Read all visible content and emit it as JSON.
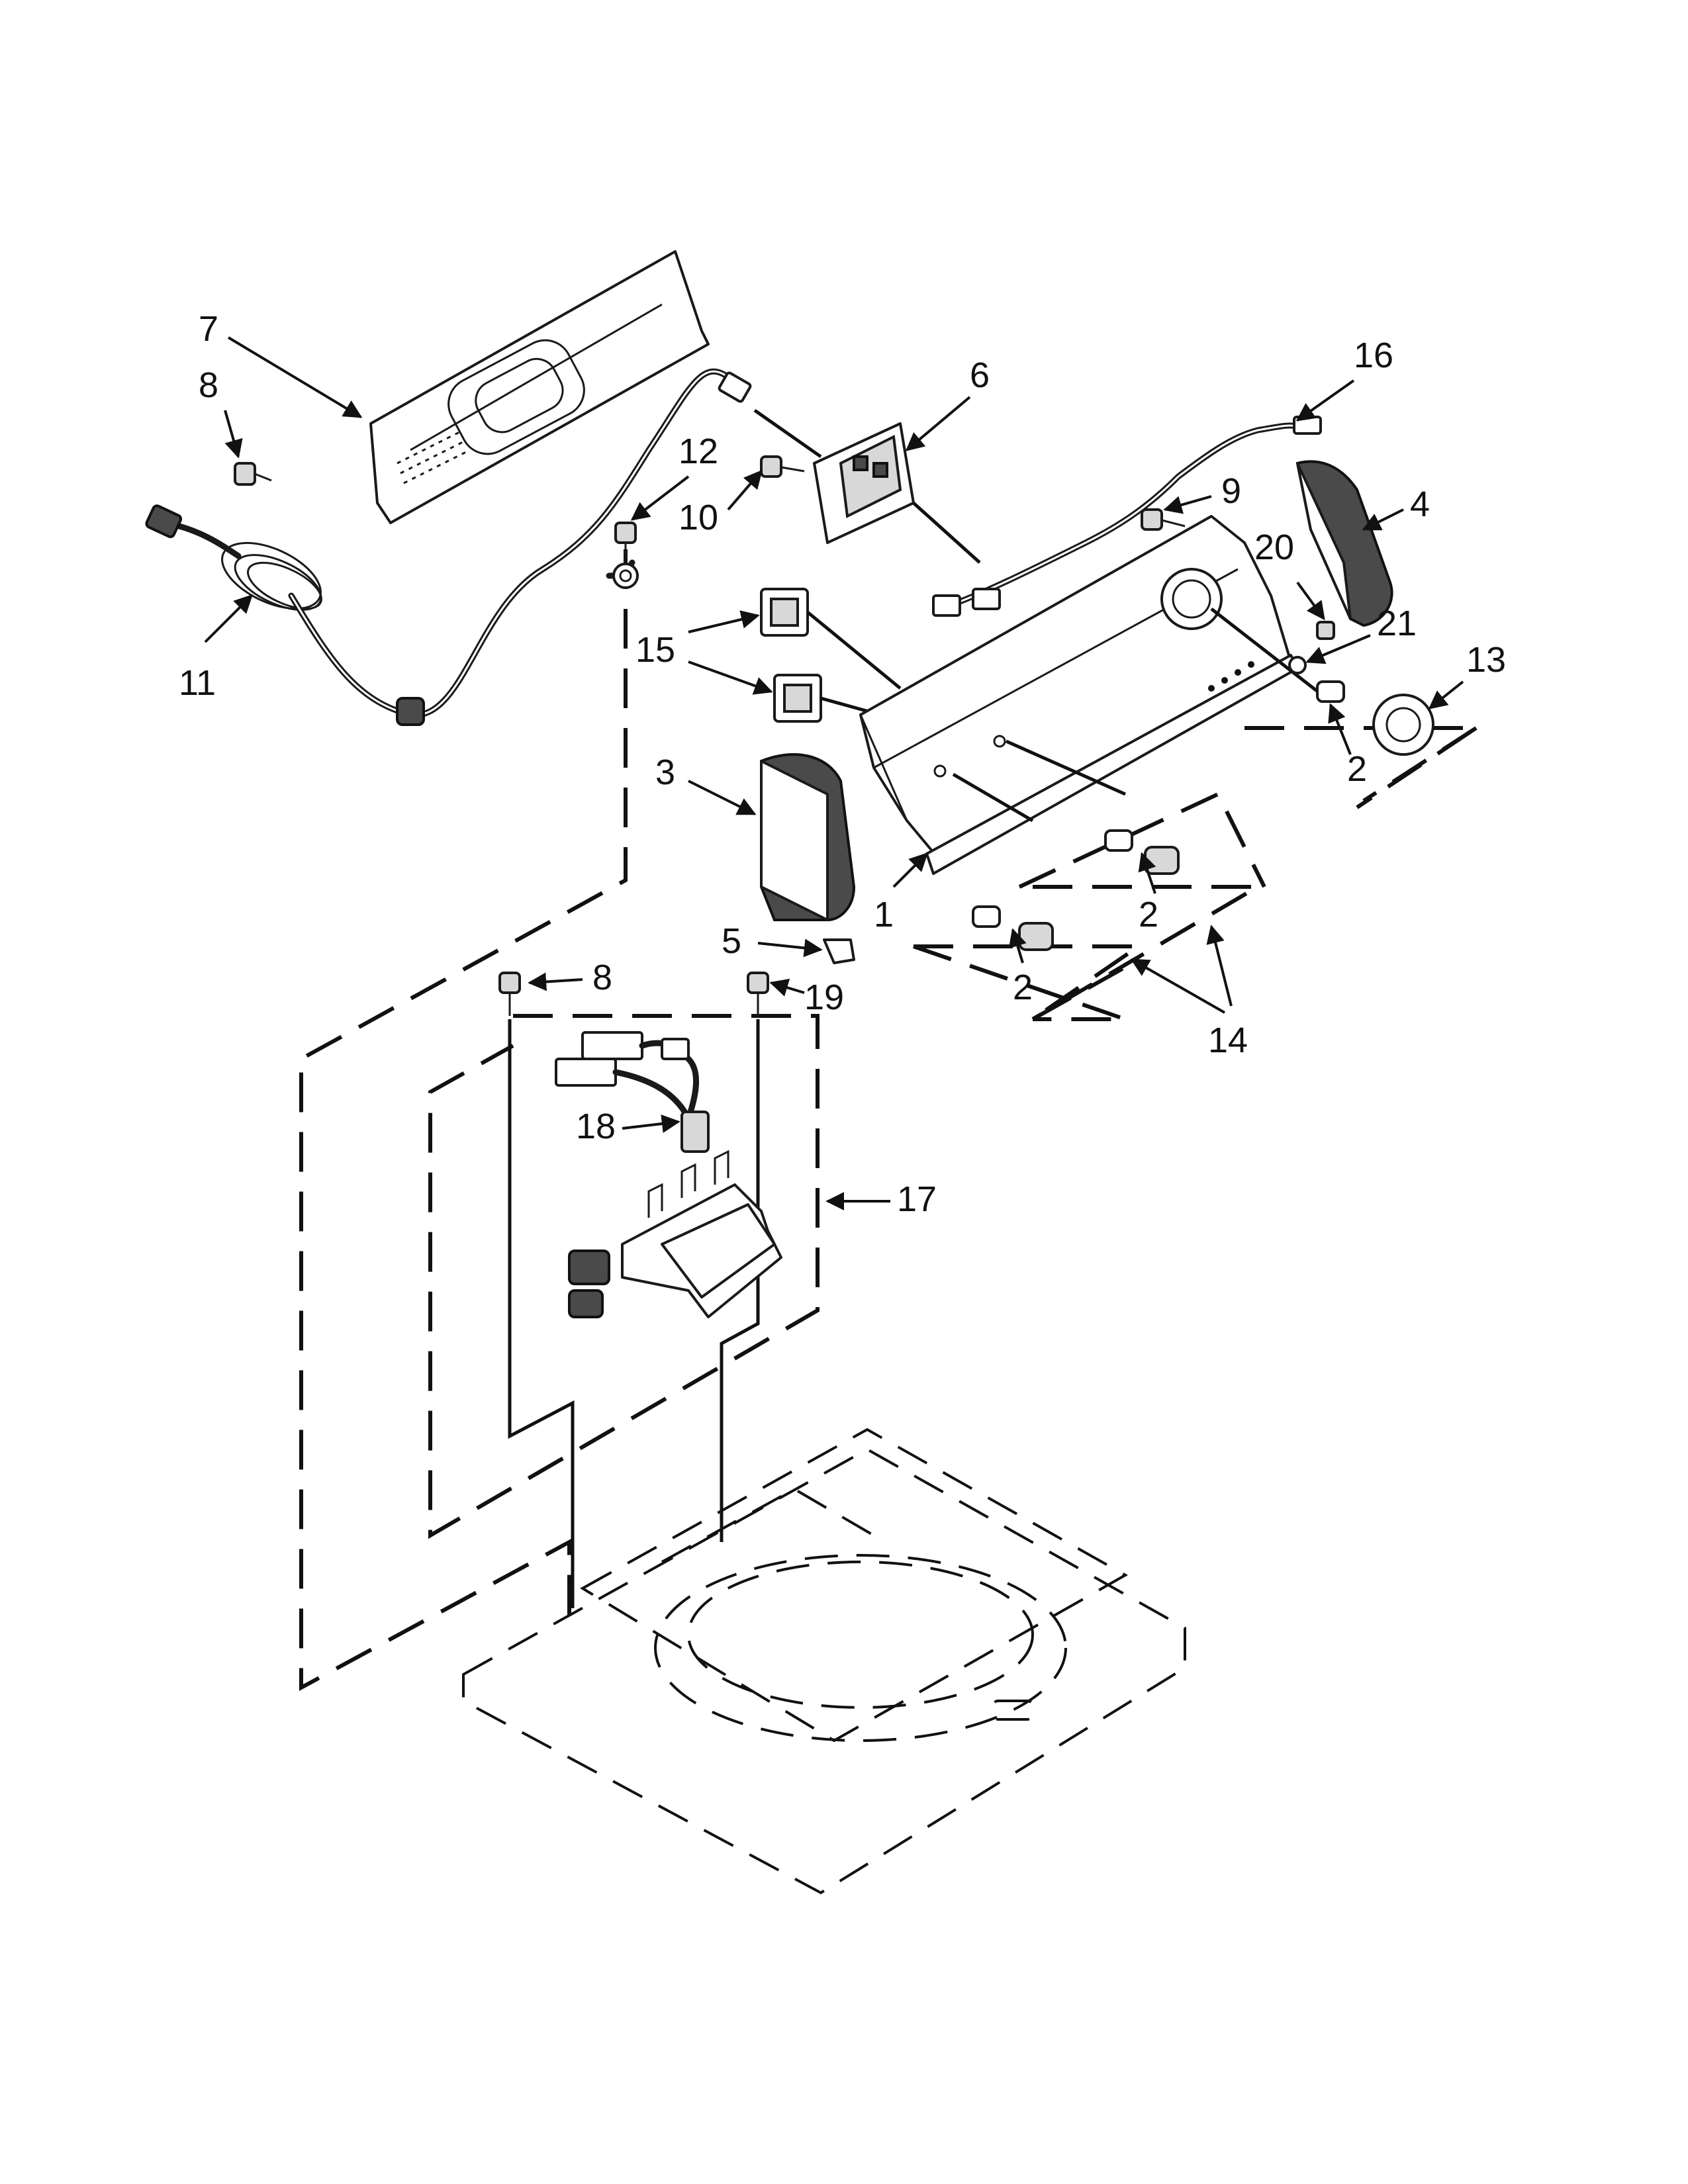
{
  "callouts": [
    {
      "id": "c1",
      "text": "1"
    },
    {
      "id": "c2a",
      "text": "2"
    },
    {
      "id": "c2b",
      "text": "2"
    },
    {
      "id": "c2c",
      "text": "2"
    },
    {
      "id": "c3",
      "text": "3"
    },
    {
      "id": "c4",
      "text": "4"
    },
    {
      "id": "c5",
      "text": "5"
    },
    {
      "id": "c6",
      "text": "6"
    },
    {
      "id": "c7",
      "text": "7"
    },
    {
      "id": "c8a",
      "text": "8"
    },
    {
      "id": "c8b",
      "text": "8"
    },
    {
      "id": "c9",
      "text": "9"
    },
    {
      "id": "c10",
      "text": "10"
    },
    {
      "id": "c11",
      "text": "11"
    },
    {
      "id": "c12",
      "text": "12"
    },
    {
      "id": "c13",
      "text": "13"
    },
    {
      "id": "c14",
      "text": "14"
    },
    {
      "id": "c15",
      "text": "15"
    },
    {
      "id": "c16",
      "text": "16"
    },
    {
      "id": "c17",
      "text": "17"
    },
    {
      "id": "c18",
      "text": "18"
    },
    {
      "id": "c19",
      "text": "19"
    },
    {
      "id": "c20",
      "text": "20"
    },
    {
      "id": "c21",
      "text": "21"
    }
  ]
}
